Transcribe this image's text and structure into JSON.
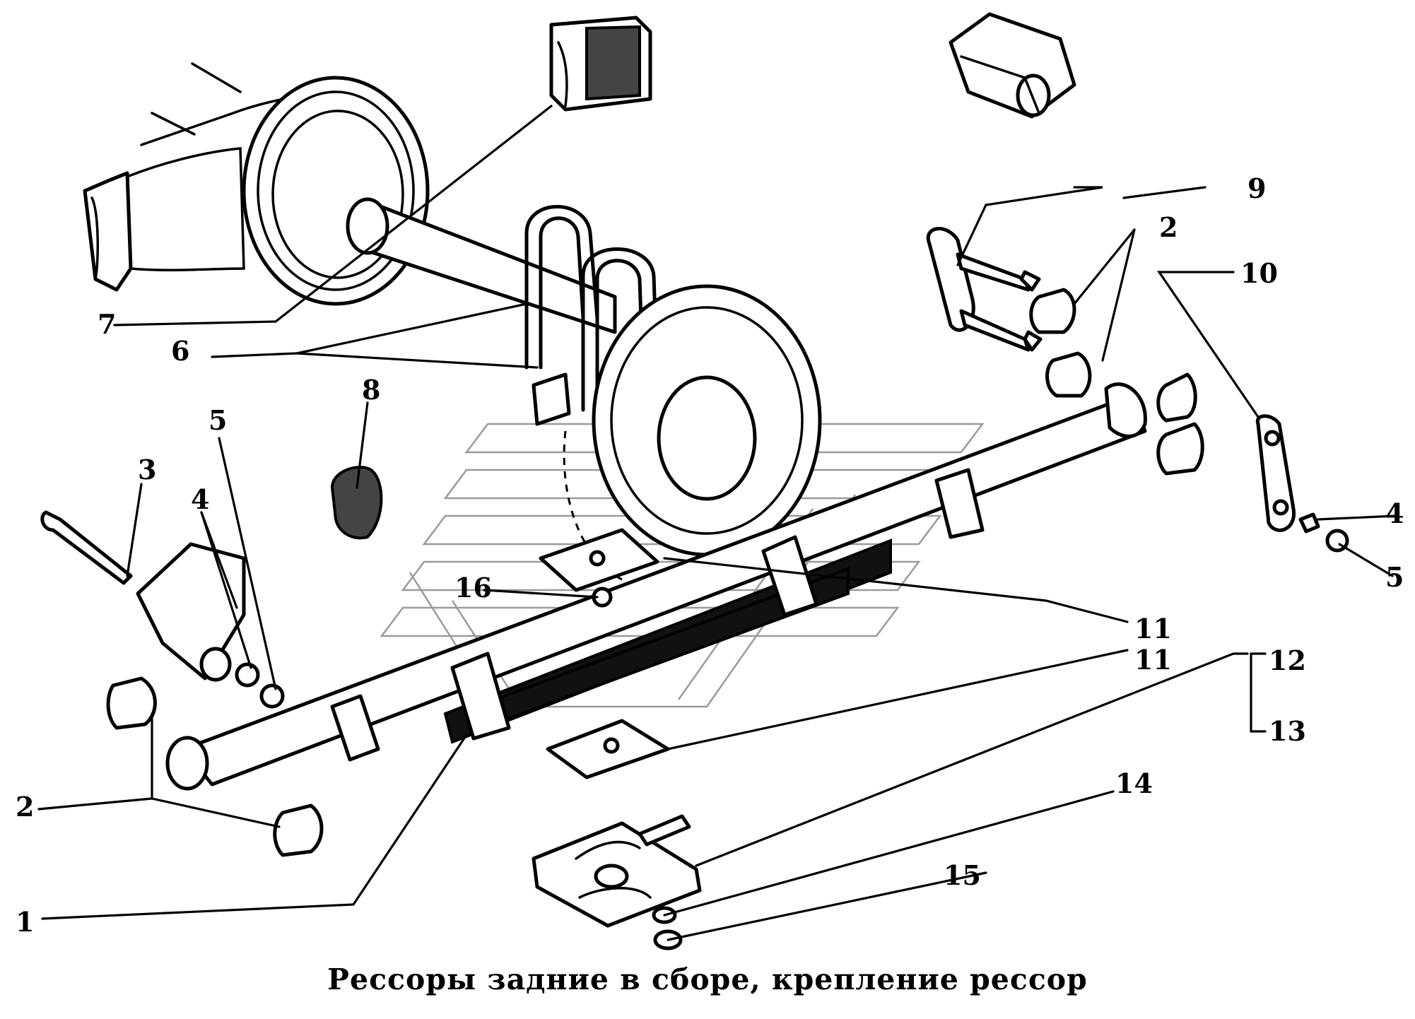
{
  "caption": "Рессоры задние в сборе, крепление рессор",
  "callouts": {
    "c1": "1",
    "c2a": "2",
    "c2b": "2",
    "c3": "3",
    "c4a": "4",
    "c4b": "4",
    "c5a": "5",
    "c5b": "5",
    "c6": "6",
    "c7": "7",
    "c8": "8",
    "c9": "9",
    "c10": "10",
    "c11a": "11",
    "c11b": "11",
    "c12": "12",
    "c13": "13",
    "c14": "14",
    "c15": "15",
    "c16": "16"
  }
}
